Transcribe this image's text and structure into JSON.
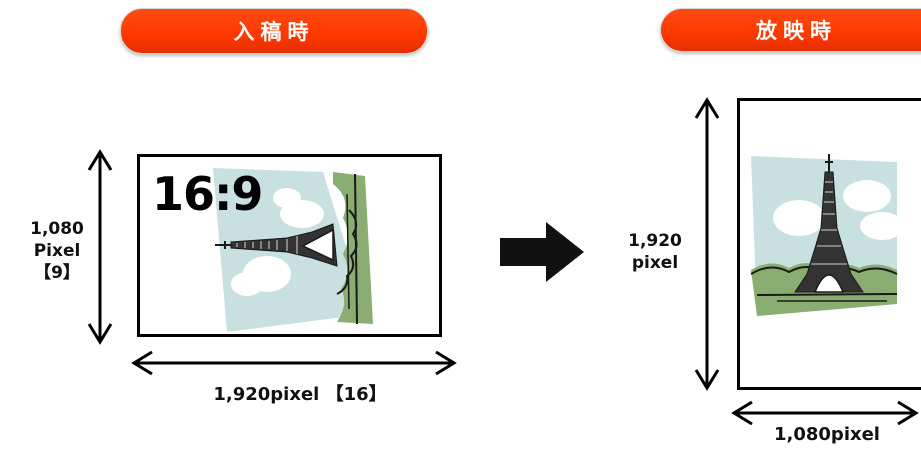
{
  "left_panel": {
    "header": "入稿時",
    "ratio_label": "16:9",
    "height_label": {
      "line1": "1,080",
      "line2": "Pixel",
      "line3": "【9】"
    },
    "width_label": "1,920pixel 【16】"
  },
  "right_panel": {
    "header": "放映時",
    "height_label": {
      "line1": "1,920",
      "line2": "pixel"
    },
    "width_label": "1,080pixel"
  },
  "colors": {
    "header_fill": "#ff3a00",
    "frame_border": "#000000",
    "sky": "#c9e0e0",
    "grass": "#8aad72"
  },
  "icons": [
    "double-arrow-icon",
    "right-arrow-icon",
    "eiffel-tower-clipart"
  ]
}
